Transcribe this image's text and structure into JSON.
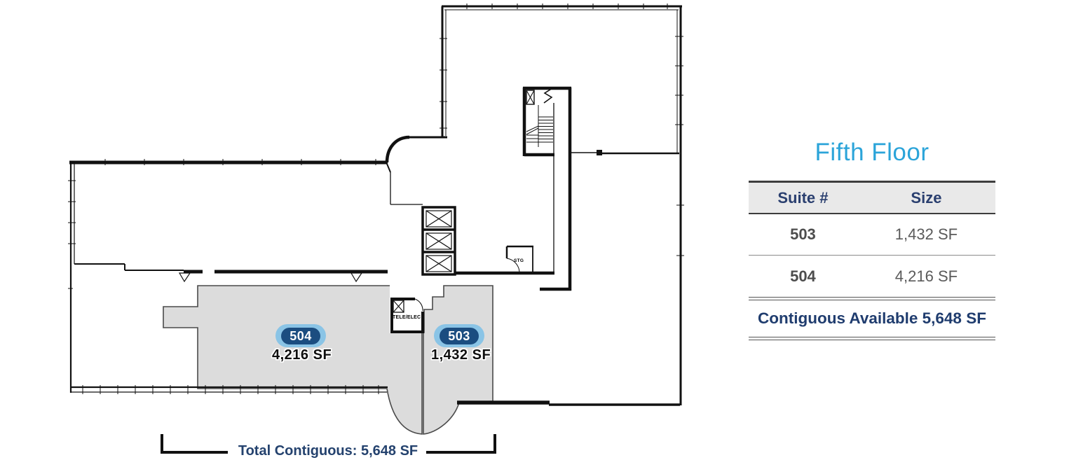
{
  "plan": {
    "suite_504": {
      "badge": "504",
      "size": "4,216 SF"
    },
    "suite_503": {
      "badge": "503",
      "size": "1,432 SF"
    },
    "tele_elec_label": "TELE/ELEC",
    "stg_label": "STG",
    "total_contiguous": "Total Contiguous: 5,648 SF"
  },
  "panel": {
    "title": "Fifth Floor",
    "table": {
      "headers": [
        "Suite #",
        "Size"
      ],
      "rows": [
        {
          "suite": "503",
          "size": "1,432 SF"
        },
        {
          "suite": "504",
          "size": "4,216 SF"
        }
      ],
      "contiguous": "Contiguous Available 5,648 SF"
    }
  },
  "colors": {
    "title_blue": "#2ba4d9",
    "table_navy": "#1f3c6e",
    "row_text_gray": "#5a5a5a",
    "header_bg": "#e9e9e9",
    "badge_outer_blue": "#8ac4e6",
    "badge_inner_navy": "#1b4d80",
    "suite_fill_gray": "#dcdcdc",
    "wall_black": "#111111",
    "contiguous_text_navy": "#24426e"
  }
}
